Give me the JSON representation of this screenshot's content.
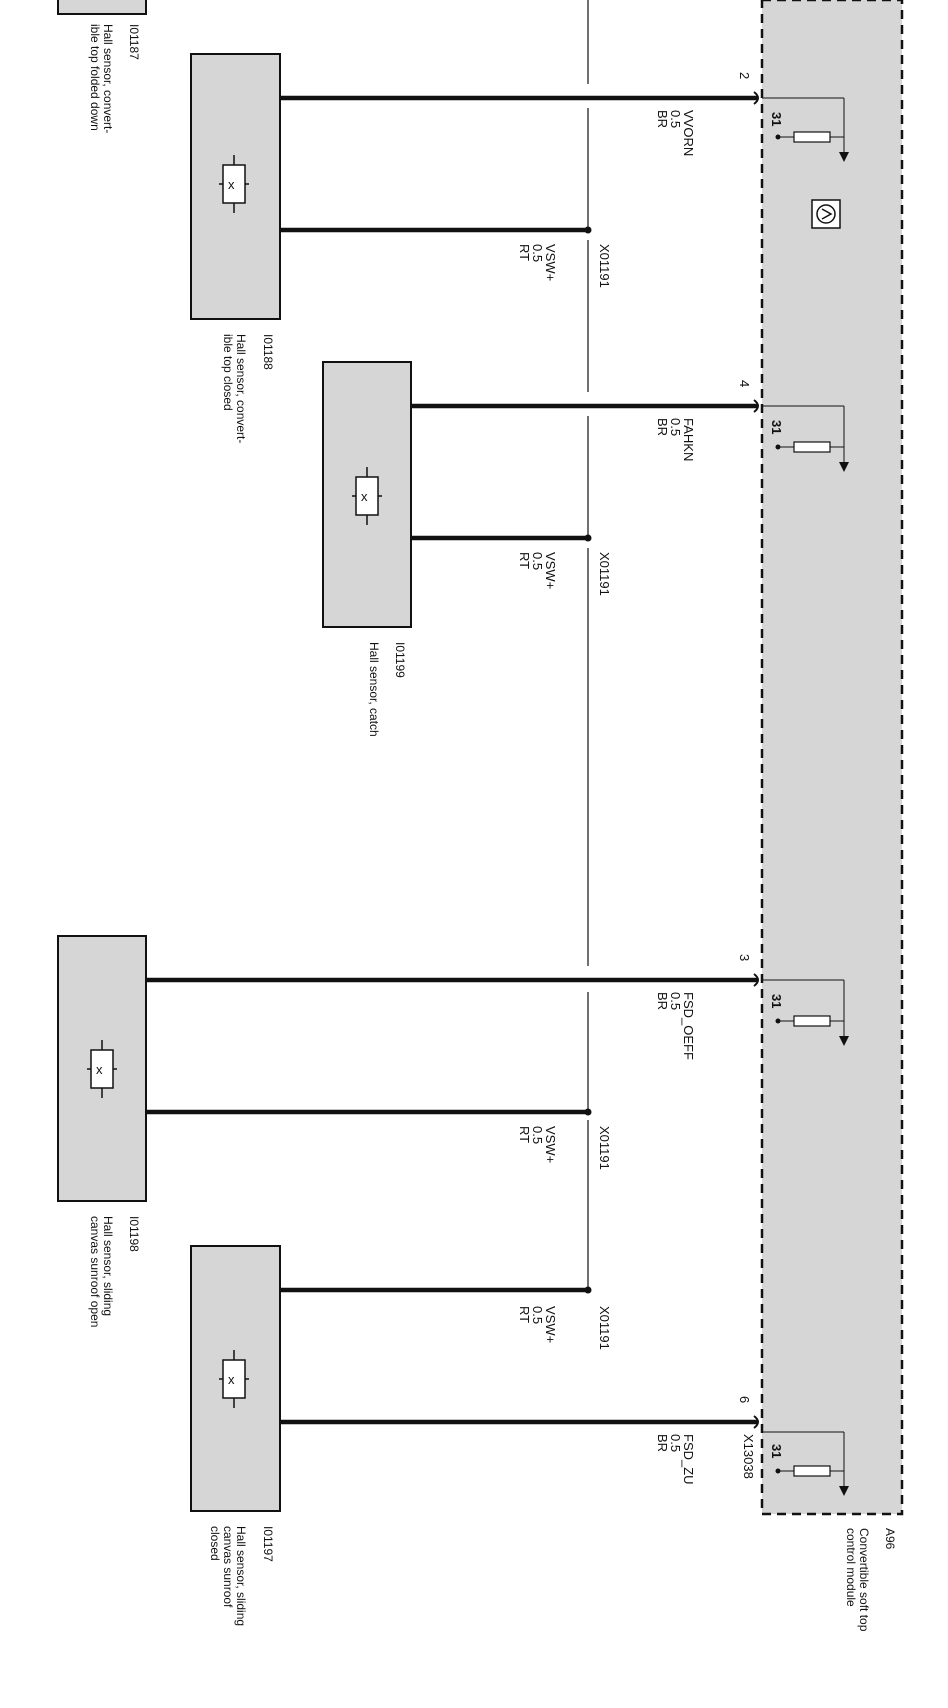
{
  "module": {
    "id": "A96",
    "name_line1": "Convertible soft top",
    "name_line2": "control module",
    "connector": "X13038",
    "ground_pin": "31"
  },
  "pins": [
    {
      "pin": "2",
      "signal": "VVORN",
      "size": "0.5",
      "color": "BR"
    },
    {
      "pin": "4",
      "signal": "FAHKN",
      "size": "0.5",
      "color": "BR"
    },
    {
      "pin": "3",
      "signal": "FSD_OEFF",
      "size": "0.5",
      "color": "BR"
    },
    {
      "pin": "6",
      "signal": "FSD_ZU",
      "size": "0.5",
      "color": "BR"
    }
  ],
  "supply": {
    "signal": "VSW+",
    "size": "0.5",
    "color": "RT",
    "connector": "X01191"
  },
  "sensors": [
    {
      "id": "I01187",
      "line1": "Hall sensor, convert-",
      "line2": "ible top folded down",
      "line3": ""
    },
    {
      "id": "I01188",
      "line1": "Hall sensor, convert-",
      "line2": "ible top closed",
      "line3": ""
    },
    {
      "id": "I01199",
      "line1": "Hall sensor, catch",
      "line2": "",
      "line3": ""
    },
    {
      "id": "I01198",
      "line1": "Hall sensor, sliding",
      "line2": "canvas sunroof open",
      "line3": ""
    },
    {
      "id": "I01197",
      "line1": "Hall sensor, sliding",
      "line2": "canvas sunroof",
      "line3": "closed"
    }
  ],
  "colors": {
    "module_fill": "#d6d6d6",
    "sensor_fill": "#d6d6d6",
    "wire": "#111111"
  }
}
